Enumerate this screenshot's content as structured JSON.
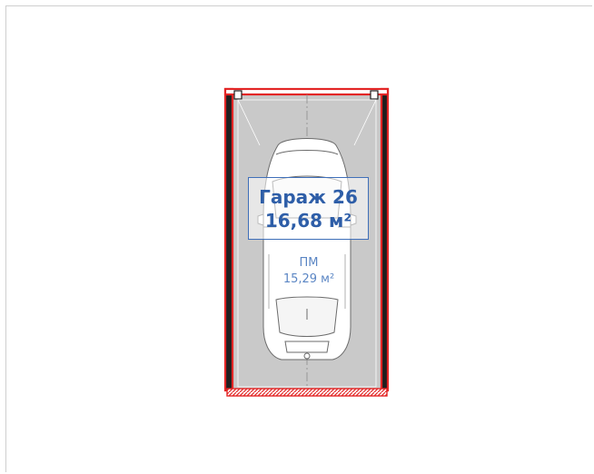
{
  "room": {
    "title": "Гараж 26",
    "area": "16,68 м²"
  },
  "parking": {
    "code": "ПМ",
    "area": "15,29 м²"
  },
  "colors": {
    "wall": "#e32626",
    "wall_dark": "#222222",
    "floor": "#c9c9c9",
    "label": "#2e5ea8",
    "sub_label": "#5b86c4"
  },
  "icons": {
    "car": "car-top-view-icon"
  }
}
